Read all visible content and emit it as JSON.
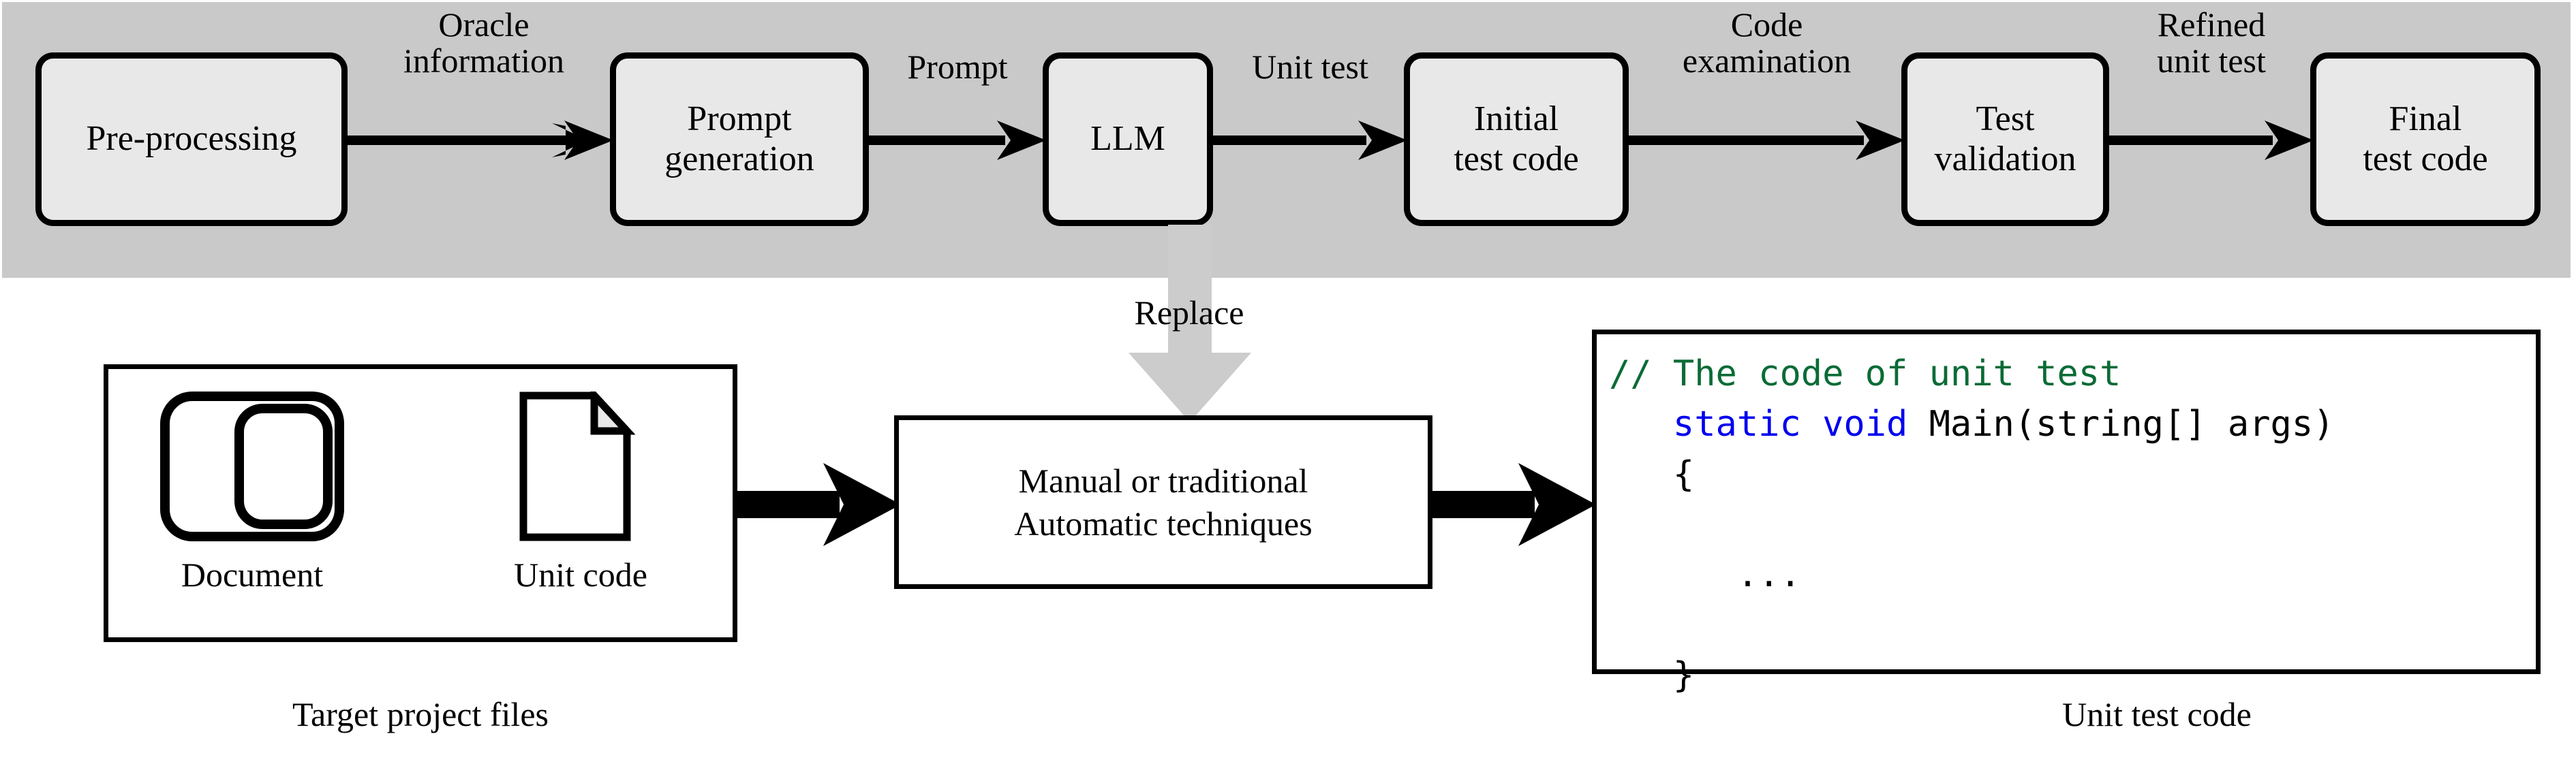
{
  "figure": {
    "title": "LLM-based unit test generation pipeline replacing manual or traditional automatic techniques",
    "colors": {
      "band_background": "#c9c9c9",
      "node_fill": "#e8e8e8",
      "node_stroke": "#000000",
      "replace_arrow": "#cccccc",
      "code_comment": "#0b6b36",
      "code_keyword": "#0000ee",
      "code_plain": "#000000",
      "page_background": "#ffffff"
    }
  },
  "pipeline": {
    "nodes": [
      {
        "id": "pre-processing",
        "lines": [
          "Pre-processing"
        ]
      },
      {
        "id": "prompt-generation",
        "lines": [
          "Prompt",
          "generation"
        ]
      },
      {
        "id": "llm",
        "lines": [
          "LLM"
        ]
      },
      {
        "id": "initial-test-code",
        "lines": [
          "Initial",
          "test code"
        ]
      },
      {
        "id": "test-validation",
        "lines": [
          "Test",
          "validation"
        ]
      },
      {
        "id": "final-test-code",
        "lines": [
          "Final",
          "test code"
        ]
      }
    ],
    "edges": [
      {
        "id": "oracle-information",
        "lines": [
          "Oracle",
          "information"
        ],
        "from": "pre-processing",
        "to": "prompt-generation"
      },
      {
        "id": "prompt",
        "lines": [
          "Prompt"
        ],
        "from": "prompt-generation",
        "to": "llm"
      },
      {
        "id": "unit-test",
        "lines": [
          "Unit test"
        ],
        "from": "llm",
        "to": "initial-test-code"
      },
      {
        "id": "code-examination",
        "lines": [
          "Code",
          "examination"
        ],
        "from": "initial-test-code",
        "to": "test-validation"
      },
      {
        "id": "refined-unit-test",
        "lines": [
          "Refined",
          "unit test"
        ],
        "from": "test-validation",
        "to": "final-test-code"
      }
    ]
  },
  "replace": {
    "label": "Replace",
    "direction": "down",
    "from": "pipeline",
    "to": "techniques-box"
  },
  "baseline": {
    "project_files": {
      "caption": "Target project files",
      "items": [
        {
          "id": "document",
          "icon": "document-icon",
          "label": "Document"
        },
        {
          "id": "unit-code",
          "icon": "file-page-icon",
          "label": "Unit code"
        }
      ]
    },
    "techniques_box": {
      "lines": [
        "Manual or traditional",
        "Automatic techniques"
      ]
    },
    "output": {
      "caption": "Unit test code",
      "code": [
        {
          "tokens": [
            {
              "text": "// The code of unit test",
              "kind": "comment"
            }
          ]
        },
        {
          "tokens": [
            {
              "text": "   ",
              "kind": "plain"
            },
            {
              "text": "static void",
              "kind": "keyword"
            },
            {
              "text": " Main(string[] args)",
              "kind": "plain"
            }
          ]
        },
        {
          "tokens": [
            {
              "text": "   {",
              "kind": "plain"
            }
          ]
        },
        {
          "tokens": [
            {
              "text": "",
              "kind": "plain"
            }
          ]
        },
        {
          "tokens": [
            {
              "text": "      ...",
              "kind": "plain"
            }
          ]
        },
        {
          "tokens": [
            {
              "text": "",
              "kind": "plain"
            }
          ]
        },
        {
          "tokens": [
            {
              "text": "   }",
              "kind": "plain"
            }
          ]
        }
      ],
      "code_text": "// The code of unit test\n   static void Main(string[] args)\n   {\n\n      ...\n\n   }"
    }
  }
}
